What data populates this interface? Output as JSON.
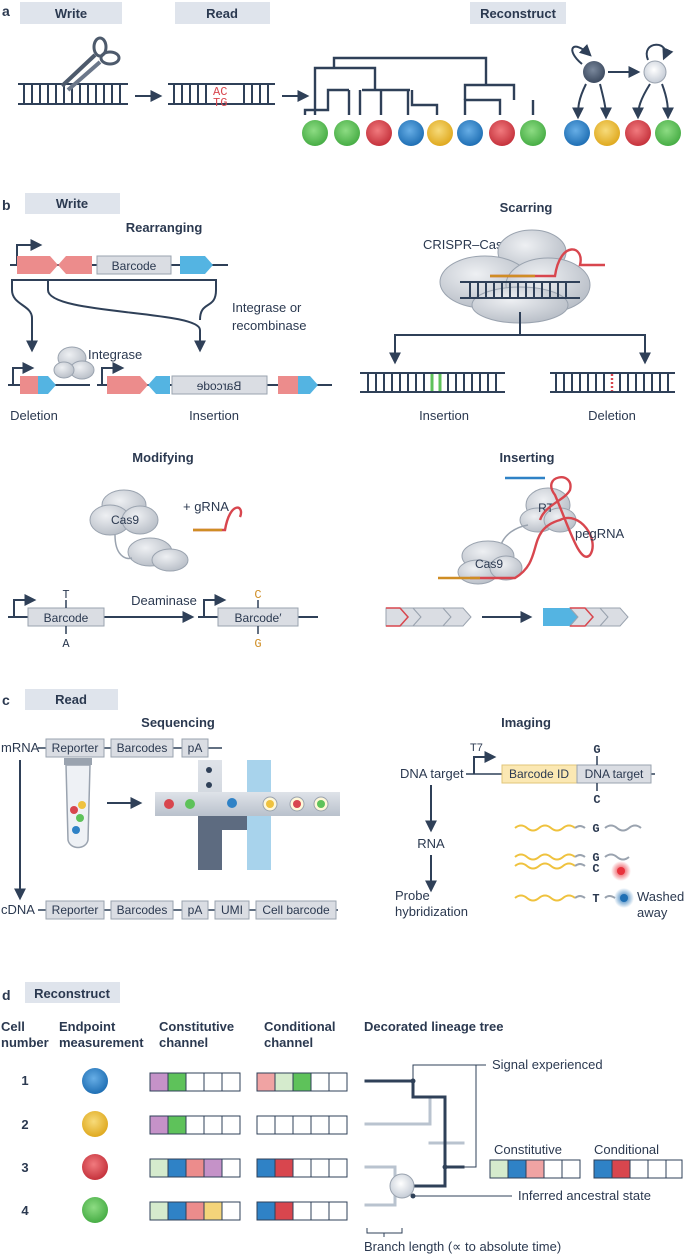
{
  "colors": {
    "navy": "#2f4058",
    "pill": "#dfe4ec",
    "red": "#d8464e",
    "blue": "#2f82c6",
    "green": "#5ec25a",
    "yellow": "#efc23e",
    "pink": "#ec8c8c",
    "cyan": "#54b4e2",
    "grey": "#dadde3",
    "purple": "#c592c8",
    "orange": "#cf8d24"
  },
  "panels": {
    "a": {
      "letter": "a",
      "write_label": "Write",
      "read_label": "Read",
      "reconstruct_label": "Reconstruct",
      "read_top": "AC",
      "read_bottom": "TG"
    },
    "b": {
      "letter": "b",
      "header": "Write",
      "rearranging": "Rearranging",
      "barcode": "Barcode",
      "integrase_or": "Integrase or",
      "recombinase": "recombinase",
      "integrase": "Integrase",
      "deletion": "Deletion",
      "insertion": "Insertion",
      "barcode_flipped": "Barcode",
      "scarring": "Scarring",
      "crispr": "CRISPR–Cas9",
      "scar_insertion": "Insertion",
      "scar_deletion": "Deletion",
      "modifying": "Modifying",
      "cas9": "Cas9",
      "grna": "+ gRNA",
      "t_base": "T",
      "a_base": "A",
      "deaminase": "Deaminase",
      "barcode_prime": "Barcode′",
      "c_base": "C",
      "g_base": "G",
      "inserting": "Inserting",
      "rt": "RT",
      "cas9_b": "Cas9",
      "pegrna": "pegRNA"
    },
    "c": {
      "letter": "c",
      "header": "Read",
      "sequencing": "Sequencing",
      "mrna": "mRNA",
      "reporter": "Reporter",
      "barcodes": "Barcodes",
      "pa": "pA",
      "cdna": "cDNA",
      "umi": "UMI",
      "cell_barcode": "Cell barcode",
      "imaging": "Imaging",
      "dna_target": "DNA target",
      "t7": "T7",
      "barcode_id": "Barcode ID",
      "dna_target_box": "DNA target",
      "g_top": "G",
      "c_bottom": "C",
      "rna": "RNA",
      "probe": "Probe",
      "hybridization": "hybridization",
      "g1": "G",
      "g2": "G",
      "c2": "C",
      "t3": "T",
      "washed": "Washed",
      "away": "away"
    },
    "d": {
      "letter": "d",
      "header": "Reconstruct",
      "col_cell_1": "Cell",
      "col_cell_2": "number",
      "col_end_1": "Endpoint",
      "col_end_2": "measurement",
      "col_const_1": "Constitutive",
      "col_const_2": "channel",
      "col_cond_1": "Conditional",
      "col_cond_2": "channel",
      "col_tree": "Decorated lineage tree",
      "cells": [
        "1",
        "2",
        "3",
        "4"
      ],
      "signal": "Signal experienced",
      "legend_const": "Constitutive",
      "legend_cond": "Conditional",
      "ancestral": "Inferred ancestral state",
      "branch": "Branch length (∝ to absolute time)"
    }
  }
}
